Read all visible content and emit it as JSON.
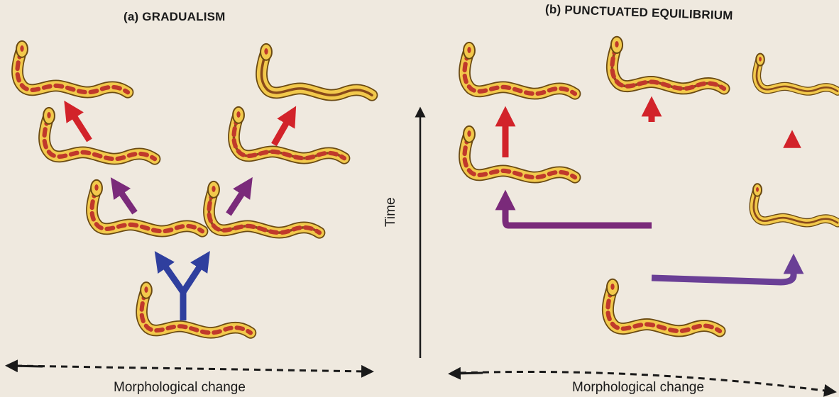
{
  "panels": [
    {
      "title": "(a) GRADUALISM",
      "xlabel": "Morphological change"
    },
    {
      "title": "(b) PUNCTUATED EQUILIBRIUM",
      "xlabel": "Morphological change",
      "ylabel": "Time"
    }
  ],
  "colors": {
    "background": "#efe9df",
    "snake_body": "#f2c94c",
    "snake_outline": "#6b4a12",
    "snake_spot": "#c0392b",
    "arrow_early": "#2f3f9e",
    "arrow_mid": "#7a2a7a",
    "arrow_late": "#d2232a",
    "axis": "#1a1a1a"
  },
  "icons": [
    "snake-icon",
    "arrow-up-icon",
    "dashed-double-arrow-icon",
    "time-arrow-icon"
  ]
}
